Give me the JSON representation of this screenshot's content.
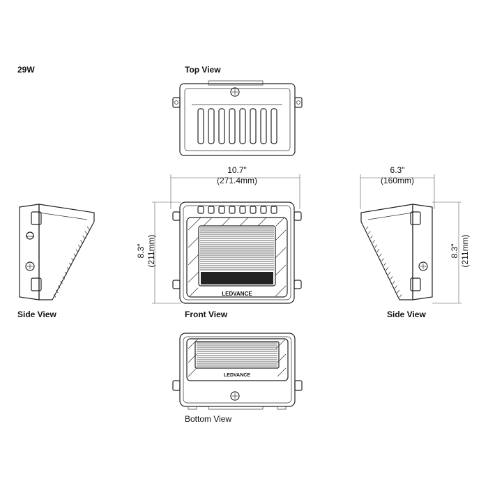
{
  "wattage": "29W",
  "views": {
    "top": "Top View",
    "front": "Front View",
    "side_left": "Side View",
    "side_right": "Side View",
    "bottom": "Bottom View"
  },
  "dimensions": {
    "width_in": "10.7\"",
    "width_mm": "(271.4mm)",
    "height_in": "8.3\"",
    "height_mm": "(211mm)",
    "depth_in": "6.3\"",
    "depth_mm": "(160mm)"
  },
  "brand": "LEDVANCE"
}
